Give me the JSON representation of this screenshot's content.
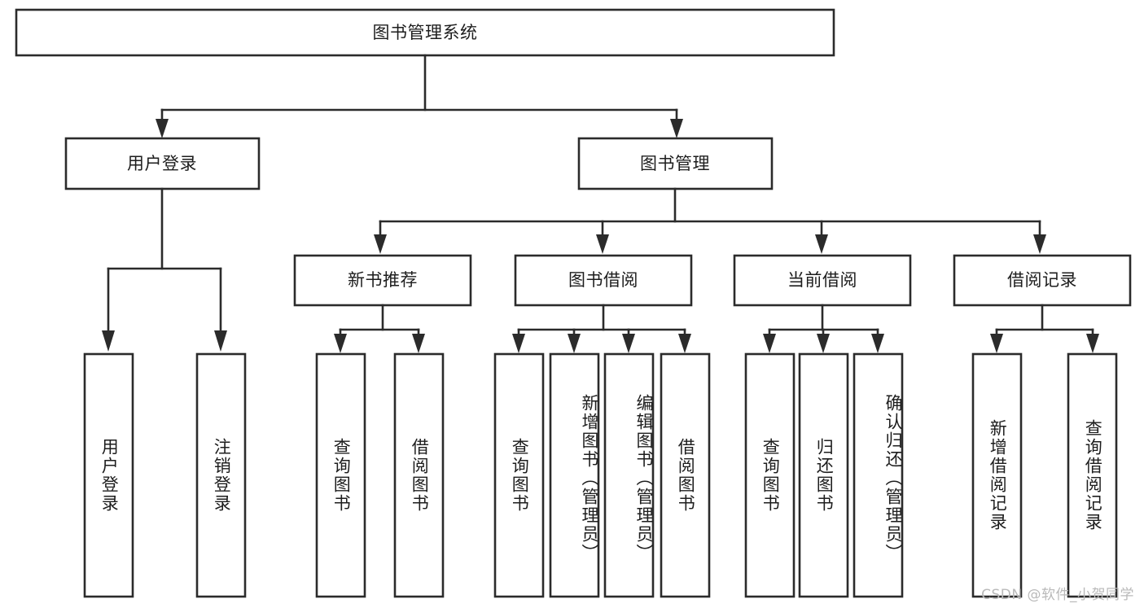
{
  "diagram": {
    "type": "tree",
    "title": "图书管理系统",
    "orientation": "top-down",
    "colors": {
      "stroke": "#2b2b2b",
      "box_fill": "#ffffff",
      "text": "#1d1d1d",
      "background": "#ffffff",
      "watermark": "#b9b9b9"
    },
    "root": {
      "label": "图书管理系统"
    },
    "level1": [
      {
        "id": "user-login",
        "label": "用户登录"
      },
      {
        "id": "book-management",
        "label": "图书管理"
      }
    ],
    "level2": [
      {
        "id": "new-book-recommend",
        "label": "新书推荐",
        "parent": "book-management"
      },
      {
        "id": "book-borrow",
        "label": "图书借阅",
        "parent": "book-management"
      },
      {
        "id": "current-borrow",
        "label": "当前借阅",
        "parent": "book-management"
      },
      {
        "id": "borrow-record",
        "label": "借阅记录",
        "parent": "book-management"
      }
    ],
    "leaves": {
      "user-login": [
        {
          "id": "leaf-user-login",
          "label": "用户登录"
        },
        {
          "id": "leaf-logout",
          "label": "注销登录"
        }
      ],
      "new-book-recommend": [
        {
          "id": "leaf-query-book-1",
          "label": "查询图书"
        },
        {
          "id": "leaf-borrow-book-1",
          "label": "借阅图书"
        }
      ],
      "book-borrow": [
        {
          "id": "leaf-query-book-2",
          "label": "查询图书"
        },
        {
          "id": "leaf-add-book",
          "label": "新增图书（管理员）"
        },
        {
          "id": "leaf-edit-book",
          "label": "编辑图书（管理员）"
        },
        {
          "id": "leaf-borrow-book-2",
          "label": "借阅图书"
        }
      ],
      "current-borrow": [
        {
          "id": "leaf-query-book-3",
          "label": "查询图书"
        },
        {
          "id": "leaf-return-book",
          "label": "归还图书"
        },
        {
          "id": "leaf-confirm-return",
          "label": "确认归还（管理员）"
        }
      ],
      "borrow-record": [
        {
          "id": "leaf-add-record",
          "label": "新增借阅记录"
        },
        {
          "id": "leaf-query-record",
          "label": "查询借阅记录"
        }
      ]
    }
  },
  "watermark": {
    "text": "CSDN @软件_小贺同学"
  }
}
